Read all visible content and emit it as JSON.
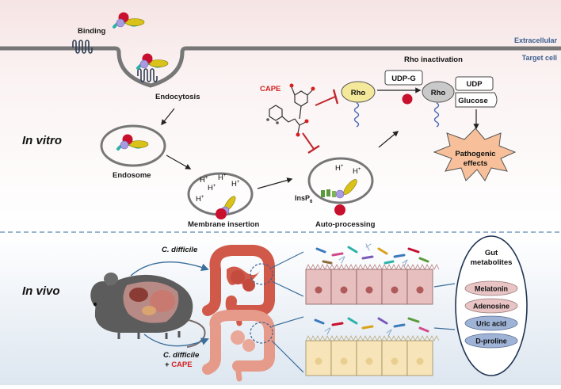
{
  "regions": {
    "extracellular": "Extracellular",
    "target_cell": "Target cell",
    "rho_inactivation": "Rho inactivation"
  },
  "steps": {
    "binding": "Binding",
    "endocytosis": "Endocytosis",
    "endosome": "Endosome",
    "membrane_insertion": "Membrane insertion",
    "auto_processing": "Auto-processing",
    "insp6_main": "InsP",
    "insp6_sub": "6"
  },
  "labels": {
    "in_vitro": "In vitro",
    "in_vivo": "In vivo",
    "cape": "CAPE",
    "rho_1": "Rho",
    "rho_2": "Rho",
    "udp_g": "UDP-G",
    "udp": "UDP",
    "glucose": "Glucose",
    "pathogenic_1": "Pathogenic",
    "pathogenic_2": "effects",
    "proton": "H",
    "proton_sup": "+"
  },
  "in_vivo": {
    "c_difficile_1": "C. difficile",
    "c_difficile_2": "C. difficile",
    "plus_cape_prefix": "+ ",
    "plus_cape": "CAPE",
    "gut_title_1": "Gut",
    "gut_title_2": "metabolites",
    "metabolites": [
      "Melatonin",
      "Adenosine",
      "Uric acid",
      "D-proline"
    ]
  },
  "colors": {
    "cape_red": "#d42020",
    "toxin_red": "#c8102e",
    "toxin_teal": "#2bb3a8",
    "toxin_yellow": "#d9c21a",
    "toxin_purple": "#a99be0",
    "membrane": "#6f6f6f",
    "metabolite_pink": "#e8c4c4",
    "metabolite_blue": "#9eb3d6",
    "star": "#f7c09a"
  }
}
